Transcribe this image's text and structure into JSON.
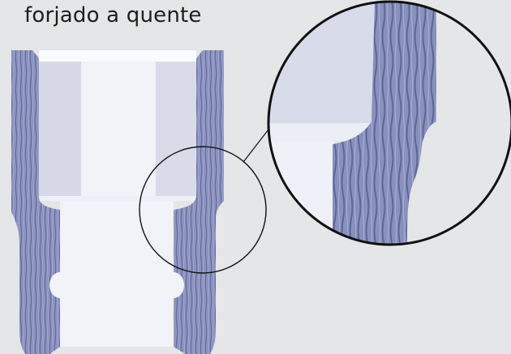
{
  "caption": "forjado a quente",
  "colors": {
    "background": "#e4e6e8",
    "forged_metal": "#8c93be",
    "grain_line": "#5f679a",
    "bore_light": "#f2f3f9",
    "bore_shade": "#d7d9e8",
    "outline": "#111111"
  },
  "icons": [
    "magnifier-circle",
    "detail-magnified-view"
  ]
}
